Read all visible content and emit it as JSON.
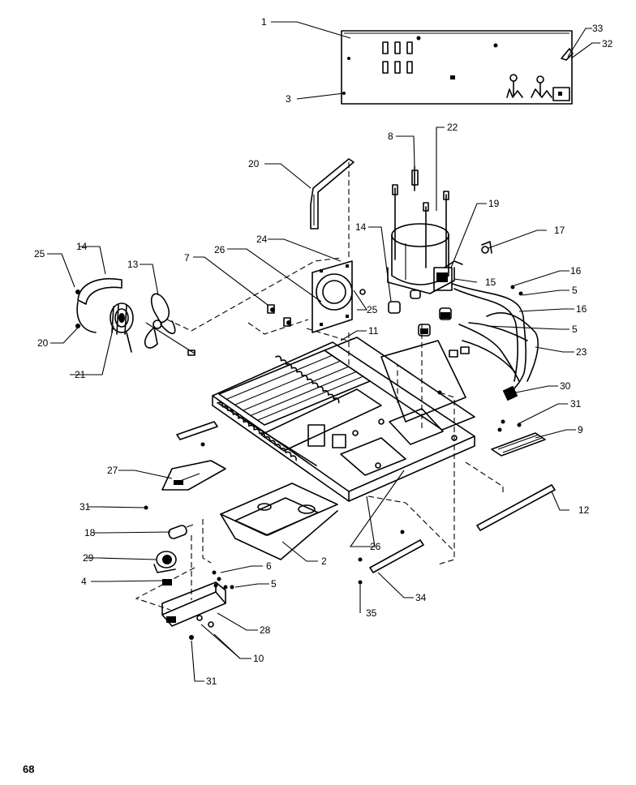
{
  "page_number": "68",
  "callouts": [
    "1",
    "3",
    "33",
    "32",
    "8",
    "22",
    "20",
    "14",
    "19",
    "17",
    "25",
    "14",
    "13",
    "7",
    "26",
    "24",
    "15",
    "16",
    "5",
    "16",
    "5",
    "23",
    "20",
    "25",
    "11",
    "21",
    "30",
    "31",
    "9",
    "27",
    "31",
    "12",
    "18",
    "26",
    "2",
    "29",
    "6",
    "4",
    "5",
    "35",
    "34",
    "28",
    "10",
    "31"
  ]
}
